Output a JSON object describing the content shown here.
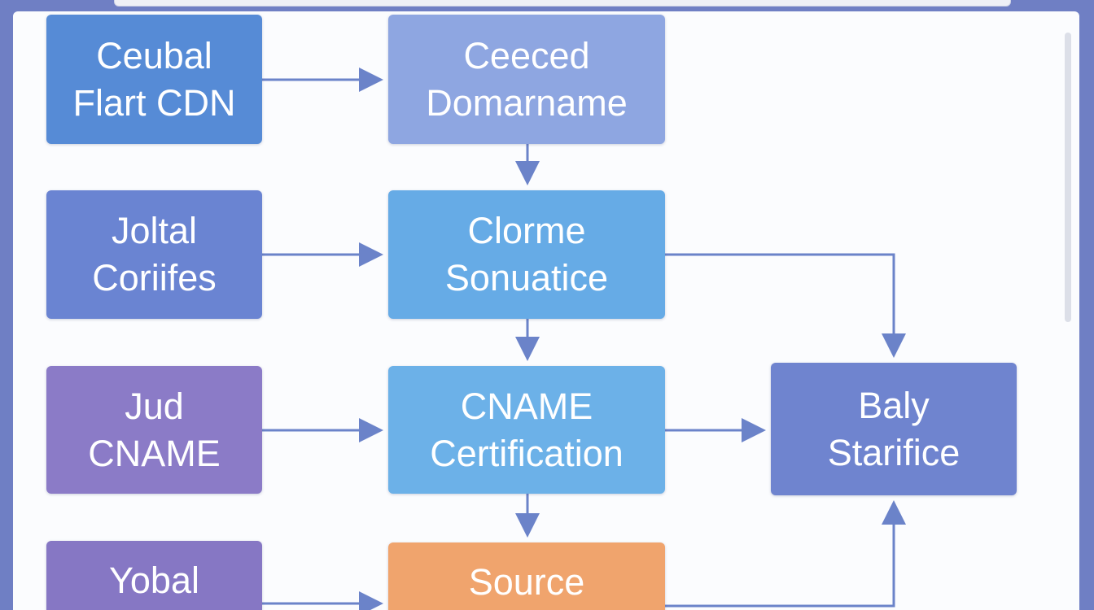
{
  "diagram": {
    "nodes": [
      {
        "id": "ceubal",
        "label": "Ceubal\nFlart CDN"
      },
      {
        "id": "joltal",
        "label": "Joltal\nCoriifes"
      },
      {
        "id": "jud",
        "label": "Jud\nCNAME"
      },
      {
        "id": "yobal",
        "label": "Yobal"
      },
      {
        "id": "ceeced",
        "label": "Ceeced\nDomarname"
      },
      {
        "id": "clorme",
        "label": "Clorme\nSonuatice"
      },
      {
        "id": "cname",
        "label": "CNAME\nCertification"
      },
      {
        "id": "source",
        "label": "Source"
      },
      {
        "id": "baly",
        "label": "Baly\nStarifice"
      }
    ],
    "edges": [
      {
        "from": "ceubal",
        "to": "ceeced"
      },
      {
        "from": "joltal",
        "to": "clorme"
      },
      {
        "from": "jud",
        "to": "cname"
      },
      {
        "from": "yobal",
        "to": "source"
      },
      {
        "from": "ceeced",
        "to": "clorme"
      },
      {
        "from": "clorme",
        "to": "cname"
      },
      {
        "from": "cname",
        "to": "source"
      },
      {
        "from": "clorme",
        "to": "baly"
      },
      {
        "from": "cname",
        "to": "baly"
      },
      {
        "from": "source",
        "to": "baly"
      }
    ],
    "colors": {
      "frame": "#6f7fc4",
      "canvas": "#fbfcfe",
      "connector": "#6b83c9",
      "ceubal": "#568bd6",
      "joltal": "#6a84d2",
      "jud": "#8b7bc7",
      "yobal": "#8677c4",
      "ceeced": "#8ea6e1",
      "clorme": "#66abe6",
      "cname": "#6cb1e8",
      "source": "#f0a46d",
      "baly": "#6f84cf"
    }
  }
}
